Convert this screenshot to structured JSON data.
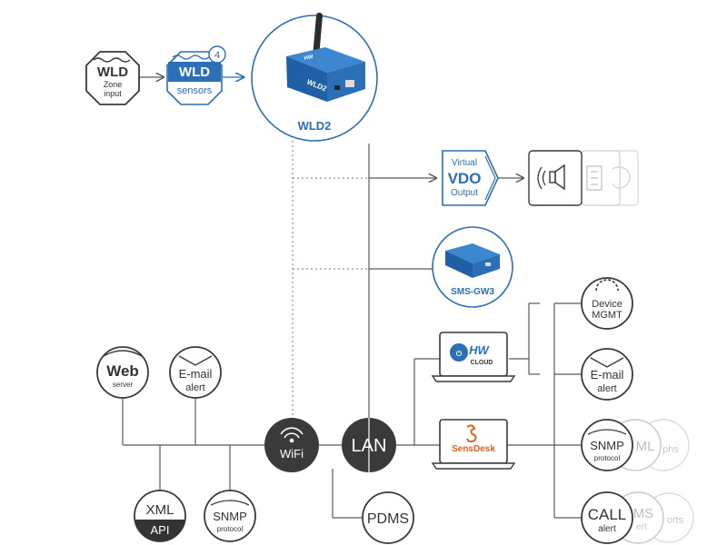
{
  "wld_zone": {
    "title": "WLD",
    "line1": "Zone",
    "line2": "input"
  },
  "wld_sensors": {
    "title": "WLD",
    "subtitle": "sensors",
    "badge": "4"
  },
  "device": {
    "name": "WLD2",
    "logo": "HW"
  },
  "vdo": {
    "line1": "Virtual",
    "title": "VDO",
    "line3": "Output"
  },
  "gateway": {
    "name": "SMS-GW3"
  },
  "web": {
    "title": "Web",
    "subtitle": "server"
  },
  "email_left": {
    "title": "E-mail",
    "subtitle": "alert"
  },
  "xml_api": {
    "title": "XML",
    "subtitle": "API"
  },
  "snmp_left": {
    "title": "SNMP",
    "subtitle": "protocol"
  },
  "wifi": {
    "label": "WiFi"
  },
  "lan": {
    "label": "LAN"
  },
  "pdms": {
    "label": "PDMS"
  },
  "hwg_cloud": {
    "logo": "HW",
    "sublabel": "CLOUD"
  },
  "sensdesk": {
    "label": "SensDesk"
  },
  "device_mgmt": {
    "line1": "Device",
    "line2": "MGMT"
  },
  "email_right": {
    "title": "E-mail",
    "subtitle": "alert"
  },
  "snmp_right": {
    "title": "SNMP",
    "subtitle": "protocol"
  },
  "snmp_right_ghost1": "ML",
  "snmp_right_ghost2": "phs",
  "call_alert": {
    "title": "CALL",
    "subtitle": "alert"
  },
  "call_ghost1": "MS",
  "call_ghost2": "ert",
  "call_ghost3": "orts",
  "colors": {
    "brand_blue": "#2b6fb6",
    "dark": "#3a3a3a",
    "line": "#5a5a5a"
  }
}
